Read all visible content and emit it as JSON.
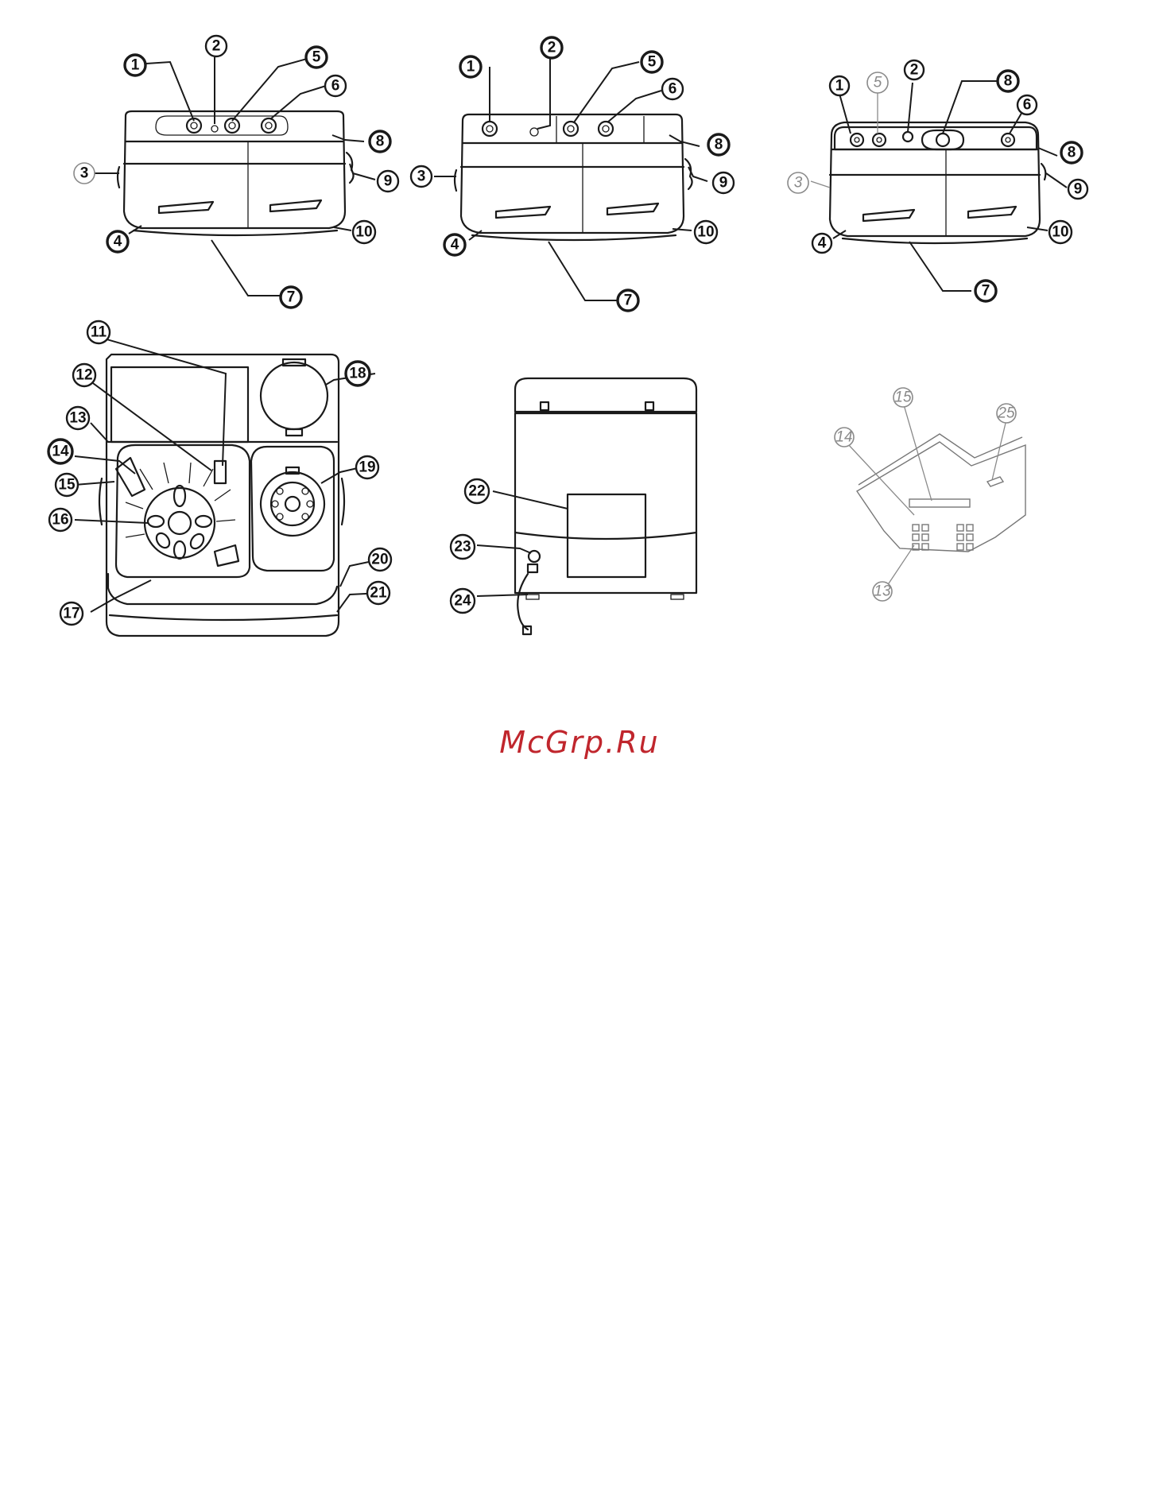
{
  "watermark": {
    "text": "McGrp.Ru",
    "color": "#c0262d"
  },
  "panels": [
    {
      "id": "model-a-front",
      "callouts": [
        "1",
        "2",
        "5",
        "6",
        "8",
        "3",
        "9",
        "4",
        "10",
        "7"
      ]
    },
    {
      "id": "model-b-front",
      "callouts": [
        "1",
        "2",
        "5",
        "6",
        "8",
        "3",
        "9",
        "4",
        "10",
        "7"
      ]
    },
    {
      "id": "model-c-front",
      "callouts": [
        "1",
        "5",
        "2",
        "8",
        "6",
        "8",
        "3",
        "9",
        "4",
        "10",
        "7"
      ]
    },
    {
      "id": "top-inside-view",
      "callouts": [
        "11",
        "12",
        "18",
        "13",
        "14",
        "15",
        "16",
        "19",
        "20",
        "21",
        "17"
      ]
    },
    {
      "id": "rear-view",
      "callouts": [
        "22",
        "23",
        "24"
      ]
    },
    {
      "id": "control-panel-detail",
      "callouts": [
        "15",
        "25",
        "14",
        "13"
      ]
    }
  ]
}
